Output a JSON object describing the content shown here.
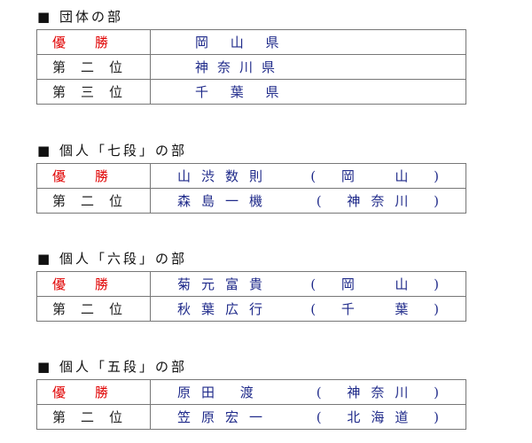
{
  "sections": [
    {
      "title": "■ 団体の部",
      "rows": [
        {
          "rank": "優勝",
          "team": "岡 山 県"
        },
        {
          "rank": "第二位",
          "team": "神奈川県"
        },
        {
          "rank": "第三位",
          "team": "千 葉 県"
        }
      ]
    },
    {
      "title": "■ 個人「七段」の部",
      "rows": [
        {
          "rank": "優勝",
          "name": "山渋数則",
          "pref": "( 岡  山 )"
        },
        {
          "rank": "第二位",
          "name": "森島一機",
          "pref": "( 神奈川 )"
        }
      ]
    },
    {
      "title": "■ 個人「六段」の部",
      "rows": [
        {
          "rank": "優勝",
          "name": "菊元富貴",
          "pref": "( 岡  山 )"
        },
        {
          "rank": "第二位",
          "name": "秋葉広行",
          "pref": "( 千  葉 )"
        }
      ]
    },
    {
      "title": "■ 個人「五段」の部",
      "rows": [
        {
          "rank": "優勝",
          "name": "原田 渡",
          "pref": "( 神奈川 )"
        },
        {
          "rank": "第二位",
          "name": "笠原宏一",
          "pref": "( 北海道 )"
        }
      ]
    }
  ],
  "colors": {
    "winner": "#e00000",
    "name": "#1f2a8a",
    "border": "#777777"
  }
}
